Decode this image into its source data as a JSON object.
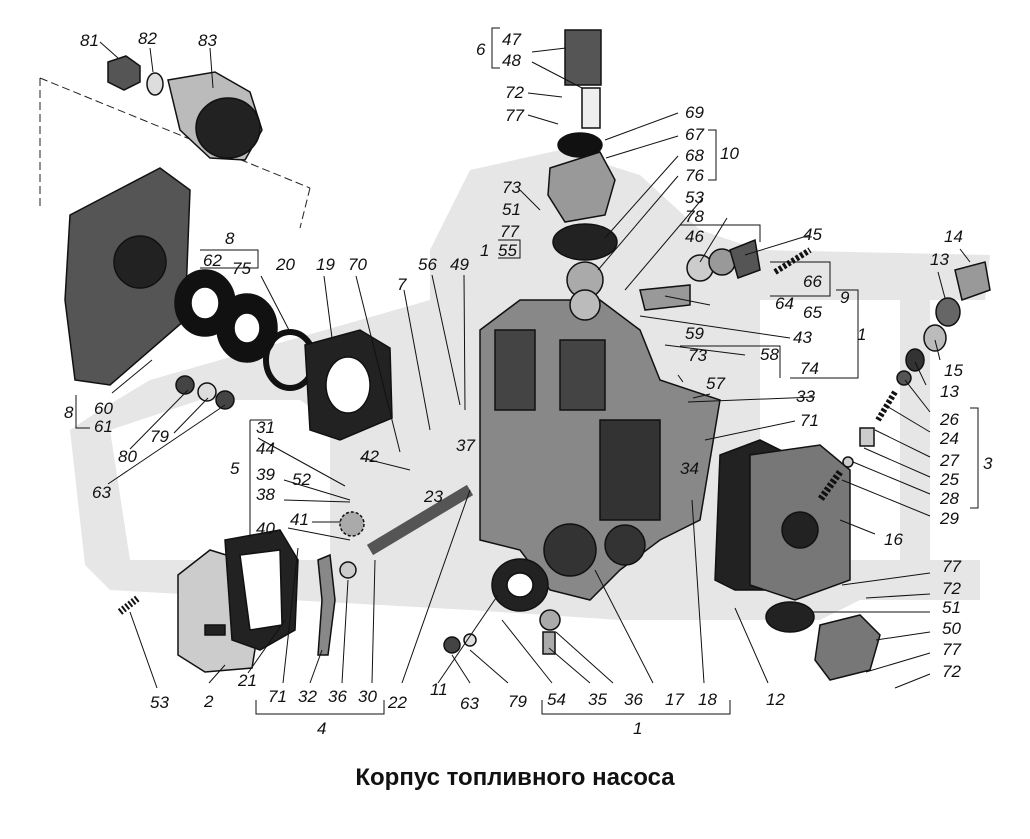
{
  "caption": "Корпус топливного насоса",
  "labels": {
    "l81": "81",
    "l82": "82",
    "l83": "83",
    "l6": "6",
    "l47": "47",
    "l48": "48",
    "l72a": "72",
    "l77a": "77",
    "l69": "69",
    "l67": "67",
    "l68": "68",
    "l76": "76",
    "l10": "10",
    "l73a": "73",
    "l51a": "51",
    "l77b": "77",
    "l1a": "1",
    "l55": "55",
    "l53a": "53",
    "l78": "78",
    "l46": "46",
    "l45": "45",
    "l66": "66",
    "l64": "64",
    "l65": "65",
    "l9": "9",
    "l43": "43",
    "l59": "59",
    "l58": "58",
    "l1b": "1",
    "l73b": "73",
    "l74": "74",
    "l57": "57",
    "l33": "33",
    "l71a": "71",
    "l14": "14",
    "l13a": "13",
    "l15": "15",
    "l13b": "13",
    "l26": "26",
    "l24": "24",
    "l3": "3",
    "l27": "27",
    "l25": "25",
    "l28": "28",
    "l29": "29",
    "l16": "16",
    "l77c": "77",
    "l72b": "72",
    "l51b": "51",
    "l50": "50",
    "l77d": "77",
    "l72c": "72",
    "l12": "12",
    "l18": "18",
    "l17": "17",
    "l36a": "36",
    "l35": "35",
    "l54": "54",
    "l1c": "1",
    "l79a": "79",
    "l63a": "63",
    "l11": "11",
    "l22": "22",
    "l30": "30",
    "l36b": "36",
    "l32": "32",
    "l71b": "71",
    "l4": "4",
    "l21": "21",
    "l2": "2",
    "l53b": "53",
    "l8a": "8",
    "l62": "62",
    "l75": "75",
    "l20": "20",
    "l19": "19",
    "l70": "70",
    "l7": "7",
    "l56": "56",
    "l49": "49",
    "l8b": "8",
    "l60": "60",
    "l61": "61",
    "l80": "80",
    "l79b": "79",
    "l63b": "63",
    "l31": "31",
    "l44": "44",
    "l5": "5",
    "l39": "39",
    "l38": "38",
    "l52": "52",
    "l42": "42",
    "l37": "37",
    "l23": "23",
    "l41": "41",
    "l40": "40",
    "l34": "34"
  },
  "colors": {
    "ink": "#111111",
    "watermark": "#e4e4e4",
    "part_dark": "#2a2a2a",
    "part_mid": "#8a8a8a",
    "part_light": "#d9d9d9"
  }
}
